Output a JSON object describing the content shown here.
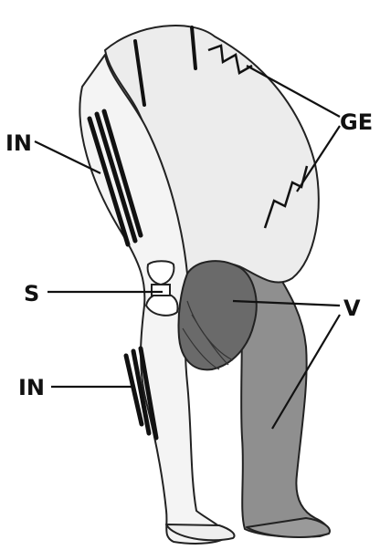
{
  "labels": {
    "ge": "GE",
    "in_upper": "IN",
    "s": "S",
    "v": "V",
    "in_lower": "IN"
  },
  "colors": {
    "ink": "#111111",
    "skin": "#f2f2f2",
    "shadow": "#9a9a9a",
    "dark_shadow": "#5a5a5a"
  }
}
